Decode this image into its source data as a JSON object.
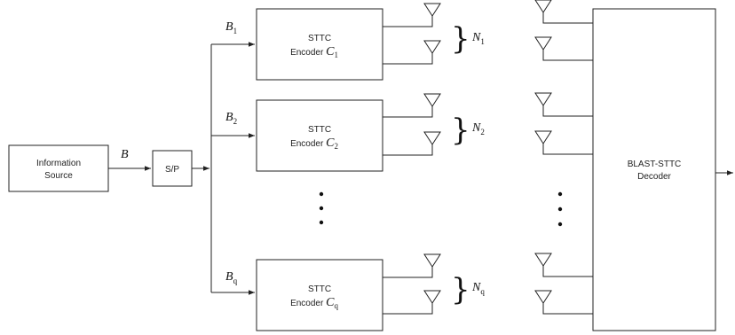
{
  "information_source": {
    "line1": "Information",
    "line2": "Source"
  },
  "sp": {
    "label": "S/P"
  },
  "input_symbol": {
    "base": "B"
  },
  "encoders": [
    {
      "line1": "STTC",
      "line2": "Encoder",
      "code_base": "C",
      "code_sub": "1",
      "branch_base": "B",
      "branch_sub": "1",
      "antenna_base": "N",
      "antenna_sub": "1"
    },
    {
      "line1": "STTC",
      "line2": "Encoder",
      "code_base": "C",
      "code_sub": "2",
      "branch_base": "B",
      "branch_sub": "2",
      "antenna_base": "N",
      "antenna_sub": "2"
    },
    {
      "line1": "STTC",
      "line2": "Encoder",
      "code_base": "C",
      "code_sub": "q",
      "branch_base": "B",
      "branch_sub": "q",
      "antenna_base": "N",
      "antenna_sub": "q"
    }
  ],
  "decoder": {
    "line1": "BLAST-STTC",
    "line2": "Decoder"
  }
}
